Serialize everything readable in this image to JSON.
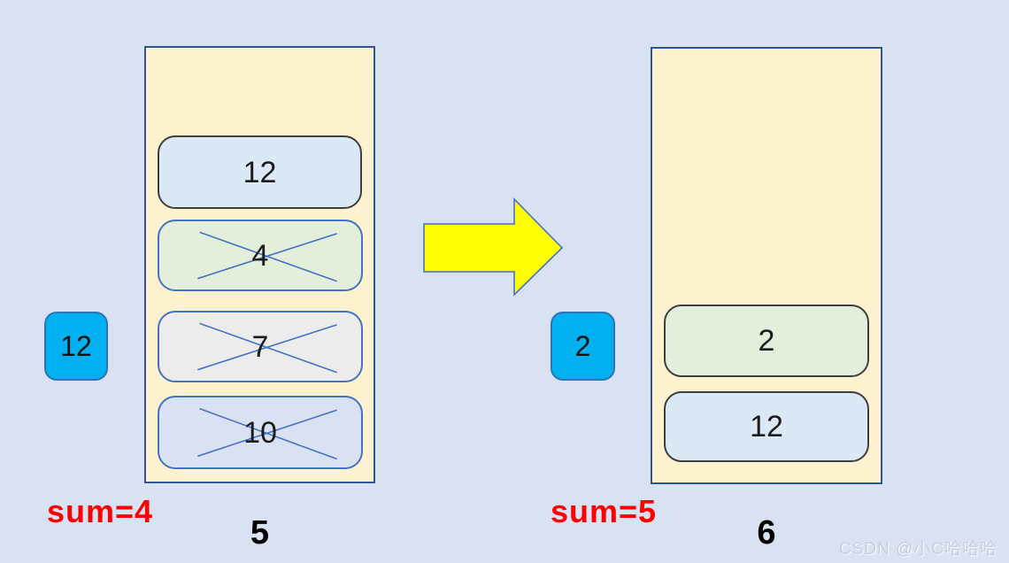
{
  "colors": {
    "background": "#d9e2f3",
    "container_fill": "#fdf2cf",
    "container_border": "#2f5597",
    "cross": "#4472c4",
    "arrow_fill": "#ffff00",
    "arrow_border": "#4472c4",
    "badge_fill": "#00b0f0",
    "badge_border": "#2e75b6",
    "sum_color": "#fe0000",
    "index_color": "#000000",
    "watermark_color": "#c6cedf"
  },
  "left": {
    "incoming_value": "12",
    "stack_items": [
      {
        "value": "12",
        "fill": "#dbe8f5",
        "border": "#3f3f3f",
        "crossed": false
      },
      {
        "value": "4",
        "fill": "#e3efda",
        "border": "#4472c4",
        "crossed": true
      },
      {
        "value": "7",
        "fill": "#ececec",
        "border": "#4472c4",
        "crossed": true
      },
      {
        "value": "10",
        "fill": "#d9e2f3",
        "border": "#4472c4",
        "crossed": true
      }
    ],
    "sum_label": "sum=4",
    "index_label": "5"
  },
  "right": {
    "incoming_value": "2",
    "stack_items": [
      {
        "value": "2",
        "fill": "#e3efda",
        "border": "#3f3f3f",
        "crossed": false
      },
      {
        "value": "12",
        "fill": "#dbe8f5",
        "border": "#3f3f3f",
        "crossed": false
      }
    ],
    "sum_label": "sum=5",
    "index_label": "6"
  },
  "watermark": "CSDN @小C哈哈哈"
}
